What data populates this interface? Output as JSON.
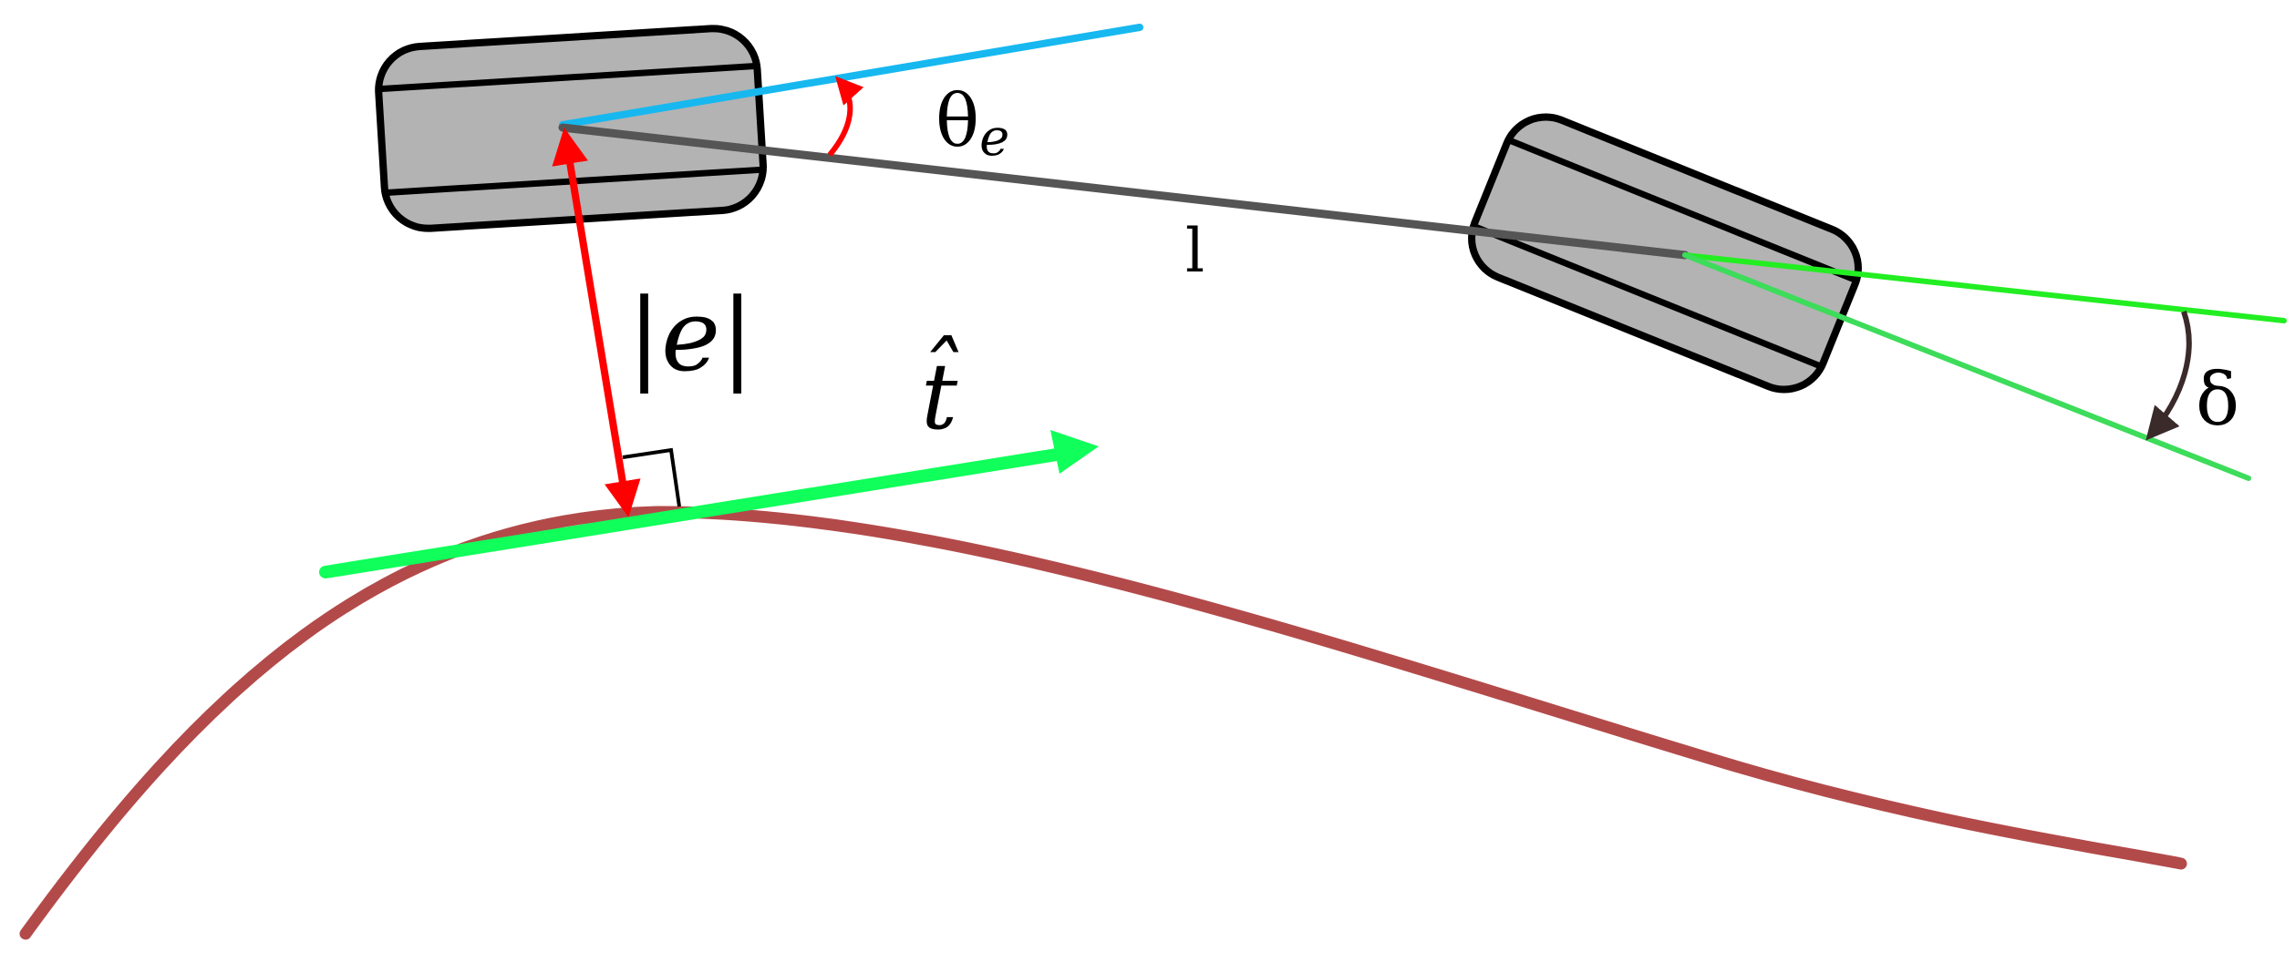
{
  "labels": {
    "heading_error": "θ",
    "heading_error_sub": "e",
    "wheelbase": "l",
    "cross_track_error": "|e|",
    "tangent": "t̂",
    "steering_angle": "δ"
  },
  "colors": {
    "path": "#b34a4a",
    "tangent": "#10ff5a",
    "error_arrow": "#ff0000",
    "heading_line": "#17b8f0",
    "chassis_line": "#555555",
    "front_heading_line": "#22ee22",
    "front_wheel_line": "#3ddc5a",
    "wheel_fill": "#b3b3b3",
    "wheel_stroke": "#000000",
    "delta_arc": "#3a2a2a"
  }
}
